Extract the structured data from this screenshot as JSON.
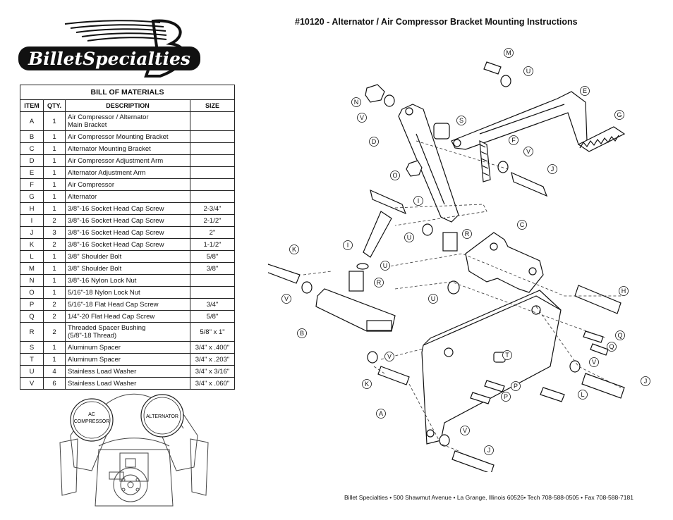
{
  "header": {
    "logo_text": "BilletSpecialties",
    "title": "#10120 - Alternator / Air Compressor Bracket Mounting Instructions"
  },
  "bom": {
    "caption": "BILL OF MATERIALS",
    "columns": [
      "ITEM",
      "QTY.",
      "DESCRIPTION",
      "SIZE"
    ],
    "rows": [
      {
        "item": "A",
        "qty": "1",
        "desc1": "Air Compressor / Alternator",
        "desc2": "Main Bracket",
        "size": ""
      },
      {
        "item": "B",
        "qty": "1",
        "desc1": "Air Compressor Mounting Bracket",
        "desc2": "",
        "size": ""
      },
      {
        "item": "C",
        "qty": "1",
        "desc1": "Alternator Mounting Bracket",
        "desc2": "",
        "size": ""
      },
      {
        "item": "D",
        "qty": "1",
        "desc1": "Air Compressor Adjustment Arm",
        "desc2": "",
        "size": ""
      },
      {
        "item": "E",
        "qty": "1",
        "desc1": "Alternator Adjustment Arm",
        "desc2": "",
        "size": ""
      },
      {
        "item": "F",
        "qty": "1",
        "desc1": "Air Compressor",
        "desc2": "",
        "size": ""
      },
      {
        "item": "G",
        "qty": "1",
        "desc1": "Alternator",
        "desc2": "",
        "size": ""
      },
      {
        "item": "H",
        "qty": "1",
        "desc1": "3/8\"-16 Socket Head Cap Screw",
        "desc2": "",
        "size": "2-3/4\""
      },
      {
        "item": "I",
        "qty": "2",
        "desc1": "3/8\"-16 Socket Head Cap Screw",
        "desc2": "",
        "size": "2-1/2\""
      },
      {
        "item": "J",
        "qty": "3",
        "desc1": "3/8\"-16 Socket Head Cap Screw",
        "desc2": "",
        "size": "2\""
      },
      {
        "item": "K",
        "qty": "2",
        "desc1": "3/8\"-16 Socket Head Cap Screw",
        "desc2": "",
        "size": "1-1/2\""
      },
      {
        "item": "L",
        "qty": "1",
        "desc1": "3/8\" Shoulder Bolt",
        "desc2": "",
        "size": "5/8\""
      },
      {
        "item": "M",
        "qty": "1",
        "desc1": "3/8\" Shoulder Bolt",
        "desc2": "",
        "size": "3/8\""
      },
      {
        "item": "N",
        "qty": "1",
        "desc1": "3/8\"-16 Nylon Lock Nut",
        "desc2": "",
        "size": ""
      },
      {
        "item": "O",
        "qty": "1",
        "desc1": "5/16\"-18 Nylon Lock Nut",
        "desc2": "",
        "size": ""
      },
      {
        "item": "P",
        "qty": "2",
        "desc1": "5/16\"-18 Flat Head Cap Screw",
        "desc2": "",
        "size": "3/4\""
      },
      {
        "item": "Q",
        "qty": "2",
        "desc1": "1/4\"-20 Flat Head Cap Screw",
        "desc2": "",
        "size": "5/8\""
      },
      {
        "item": "R",
        "qty": "2",
        "desc1": "Threaded Spacer Bushing",
        "desc2": "(5/8\"-18 Thread)",
        "size": "5/8\" x 1\""
      },
      {
        "item": "S",
        "qty": "1",
        "desc1": "Aluminum Spacer",
        "desc2": "",
        "size": "3/4\" x .400\""
      },
      {
        "item": "T",
        "qty": "1",
        "desc1": "Aluminum Spacer",
        "desc2": "",
        "size": "3/4\" x .203\""
      },
      {
        "item": "U",
        "qty": "4",
        "desc1": "Stainless Load Washer",
        "desc2": "",
        "size": "3/4\" x 3/16\""
      },
      {
        "item": "V",
        "qty": "6",
        "desc1": "Stainless Load Washer",
        "desc2": "",
        "size": "3/4\" x .060\""
      }
    ]
  },
  "engine": {
    "ac_label_1": "AC",
    "ac_label_2": "COMPRESSOR",
    "alt_label": "ALTERNATOR"
  },
  "callouts": [
    "M",
    "U",
    "E",
    "N",
    "V",
    "S",
    "G",
    "D",
    "F",
    "V",
    "J",
    "O",
    "I",
    "R",
    "C",
    "U",
    "I",
    "U",
    "K",
    "R",
    "U",
    "V",
    "B",
    "H",
    "Q",
    "Q",
    "T",
    "V",
    "V",
    "K",
    "J",
    "P",
    "L",
    "P",
    "A",
    "V",
    "J"
  ],
  "footer": {
    "text": "Billet Specialties • 500 Shawmut Avenue • La Grange, Illinois 60526• Tech 708-588-0505 • Fax 708-588-7181"
  }
}
